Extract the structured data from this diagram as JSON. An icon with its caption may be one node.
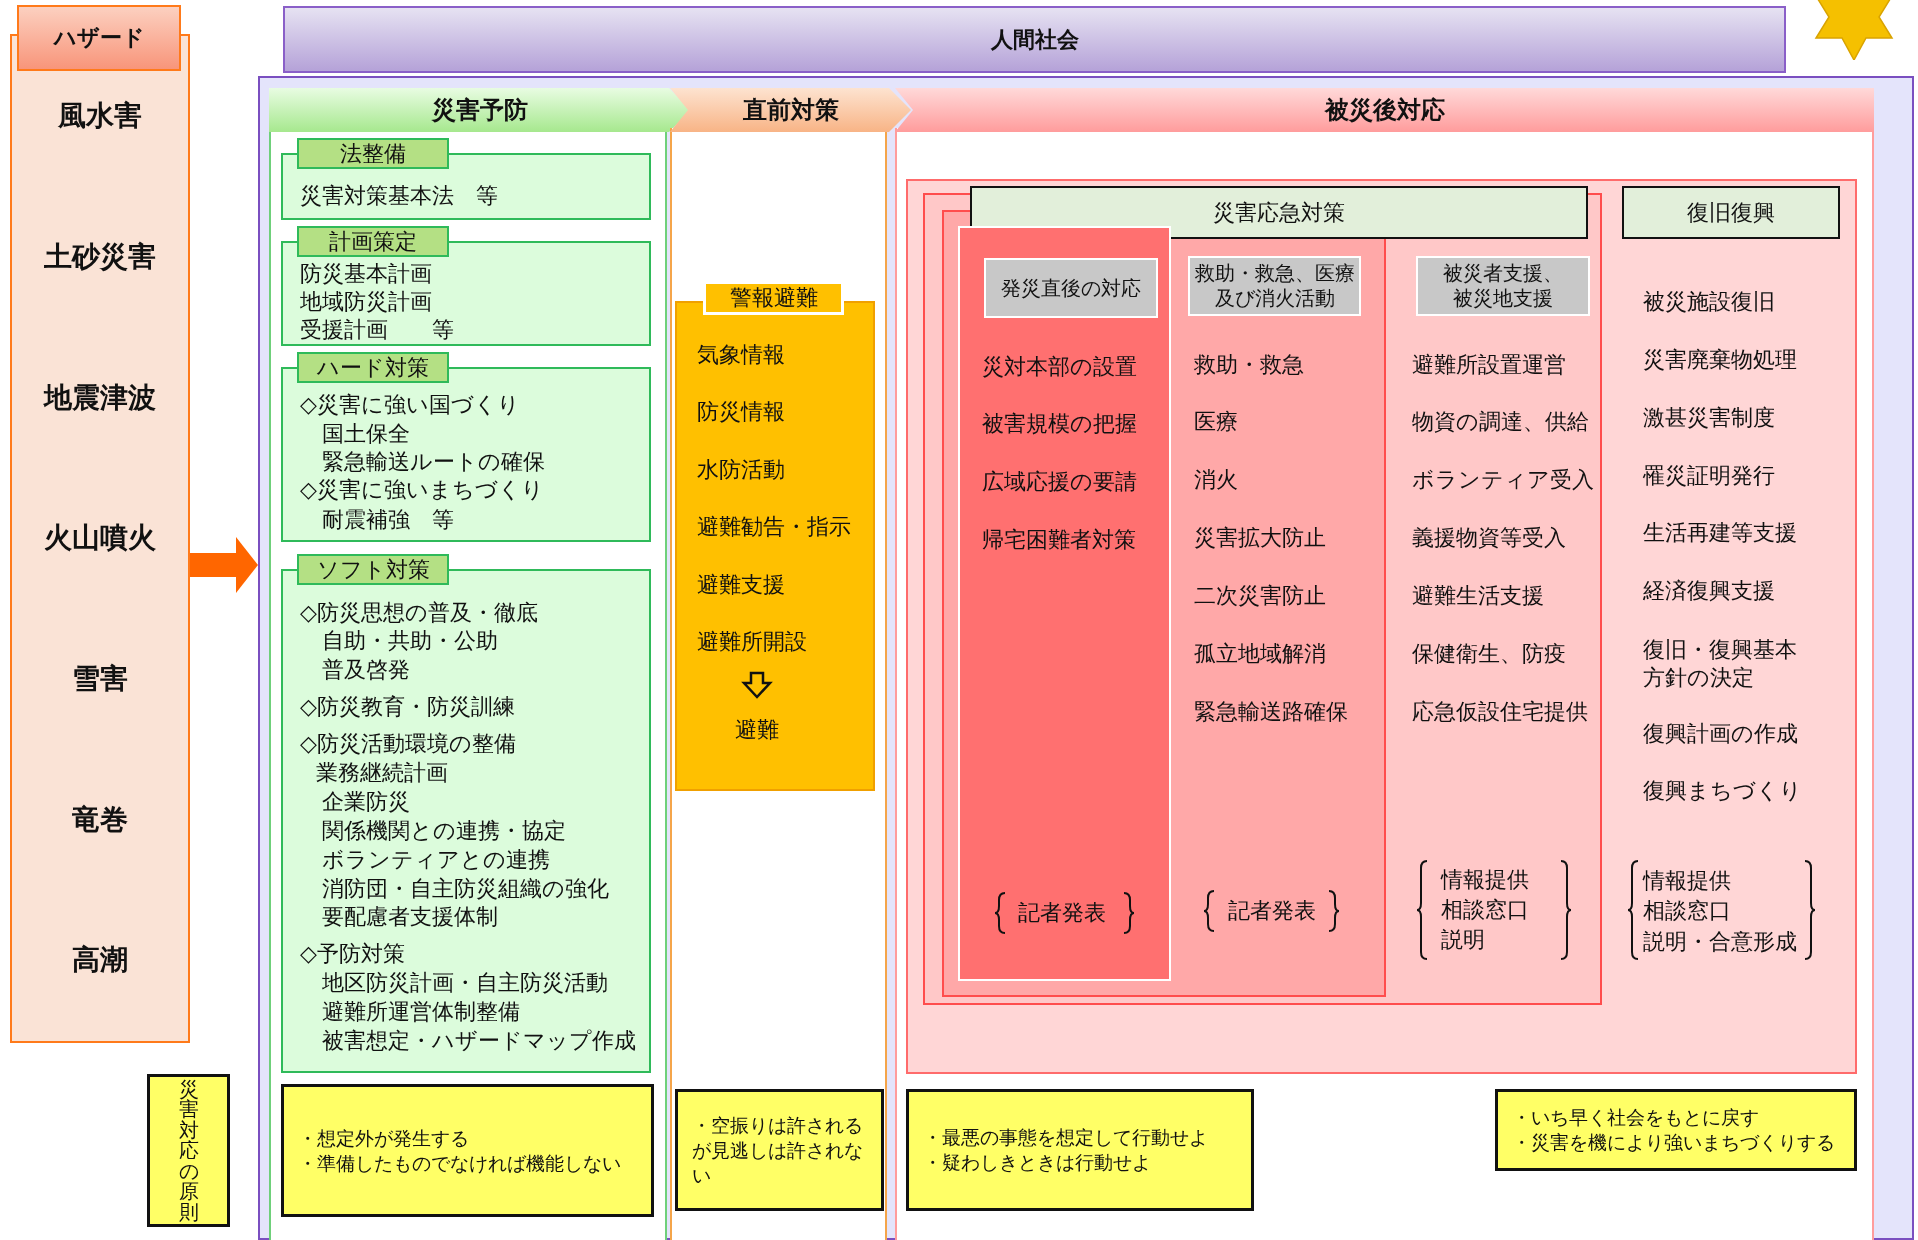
{
  "diagram": {
    "nodes": [
      {
        "text": [
          "ハザード",
          "風水害",
          "土砂災害",
          "地震津波",
          "火山噴火",
          "雪害",
          "竜巻",
          "高潮"
        ]
      },
      {
        "text": [
          "人間社会"
        ]
      },
      {
        "text": [
          "災害予防"
        ],
        "in": 1
      },
      {
        "text": [
          "法整備",
          "災害対策基本法　等"
        ],
        "in": 2
      },
      {
        "text": [
          "計画策定",
          "防災基本計画",
          "地域防災計画",
          "受援計画　　等"
        ],
        "in": 2
      },
      {
        "text": [
          "ハード対策",
          "◇災害に強い国づくり",
          "国土保全",
          "緊急輸送ルートの確保",
          "◇災害に強いまちづくり",
          "耐震補強　等"
        ],
        "in": 2
      },
      {
        "text": [
          "ソフト対策",
          "◇防災思想の普及・徹底",
          "自助・共助・公助",
          "普及啓発",
          "◇防災教育・防災訓練",
          "◇防災活動環境の整備",
          "業務継続計画",
          "企業防災",
          "関係機関との連携・協定",
          "ボランティアとの連携",
          "消防団・自主防災組織の強化",
          "要配慮者支援体制",
          "◇予防対策",
          "地区防災計画・自主防災活動",
          "避難所運営体制整備",
          "被害想定・ハザードマップ作成"
        ],
        "in": 2
      },
      {
        "text": [
          "直前対策"
        ],
        "in": 1
      },
      {
        "text": [
          "警報避難",
          "気象情報",
          "防災情報",
          "水防活動",
          "避難勧告・指示",
          "避難支援",
          "避難所開設",
          "避難"
        ],
        "in": 7
      },
      {
        "text": [
          "被災後対応"
        ],
        "in": 1
      },
      {
        "text": [
          "災害応急対策"
        ],
        "in": 9
      },
      {
        "text": [
          "発災直後の対応",
          "災対本部の設置",
          "被害規模の把握",
          "広域応援の要請",
          "帰宅困難者対策",
          "記者発表"
        ],
        "in": 10
      },
      {
        "text": [
          "救助・救急、医療及び消火活動",
          "救助・救急",
          "医療",
          "消火",
          "災害拡大防止",
          "二次災害防止",
          "孤立地域解消",
          "緊急輸送路確保",
          "記者発表"
        ],
        "in": 10
      },
      {
        "text": [
          "被災者支援、被災地支援",
          "避難所設置運営",
          "物資の調達、供給",
          "ボランティア受入",
          "義援物資等受入",
          "避難生活支援",
          "保健衛生、防疫",
          "応急仮設住宅提供",
          "情報提供",
          "相談窓口",
          "説明"
        ],
        "in": 10
      },
      {
        "text": [
          "復旧復興",
          "被災施設復旧",
          "災害廃棄物処理",
          "激甚災害制度",
          "罹災証明発行",
          "生活再建等支援",
          "経済復興支援",
          "復旧・復興基本方針の決定",
          "復興計画の作成",
          "復興まちづくり",
          "情報提供",
          "相談窓口",
          "説明・合意形成"
        ],
        "in": 9
      },
      {
        "text": [
          "災害対応の原則"
        ]
      },
      {
        "text": [
          "・想定外が発生する",
          "・準備したものでなければ機能しない"
        ],
        "in": 2
      },
      {
        "text": [
          "・空振りは許されるが見逃しは許されない"
        ],
        "in": 7
      },
      {
        "text": [
          "・最悪の事態を想定して行動せよ",
          "・疑わしきときは行動せよ"
        ],
        "in": 9
      },
      {
        "text": [
          "・いち早く社会をもとに戻す",
          "・災害を機により強いまちづくりする"
        ],
        "in": 9
      }
    ],
    "edges": [
      {
        "from": 0,
        "to": 1,
        "arrow": "to"
      }
    ]
  }
}
